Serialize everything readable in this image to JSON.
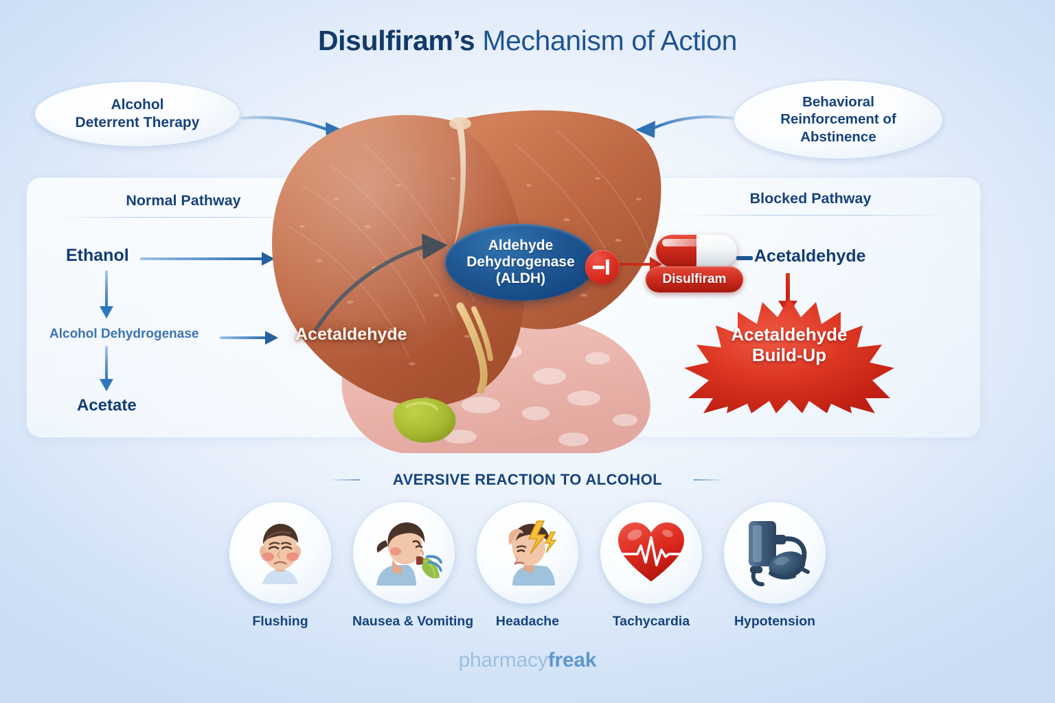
{
  "title": {
    "bold_part": "Disulfiram’s",
    "regular_part": " Mechanism of Action"
  },
  "callouts": {
    "left": "Alcohol\nDeterrent Therapy",
    "right": "Behavioral\nReinforcement of\nAbstinence"
  },
  "pathways": {
    "normal_heading": "Normal Pathway",
    "blocked_heading": "Blocked Pathway",
    "normal_steps": [
      {
        "label": "Ethanol"
      },
      {
        "label": "Alcohol Dehydrogenase"
      },
      {
        "label": "Acetate"
      }
    ]
  },
  "liver": {
    "acetaldehyde_label": "Acetaldehyde"
  },
  "enzyme": {
    "line1": "Aldehyde",
    "line2": "Dehydrogenase",
    "line3": "(ALDH)",
    "inhibition_symbol": "inhibition-badge"
  },
  "drug": {
    "pill_label": "Disulfiram",
    "acetaldehyde_label": "Acetaldehyde"
  },
  "buildup": {
    "line1": "Acetaldehyde",
    "line2": "Build-Up"
  },
  "aversive": {
    "heading": "AVERSIVE REACTION TO ALCOHOL",
    "symptoms": [
      {
        "label": "Flushing",
        "icon": "flushed-face-icon"
      },
      {
        "label": "Nausea & Vomiting",
        "icon": "vomiting-person-icon"
      },
      {
        "label": "Headache",
        "icon": "head-with-lightning-icon"
      },
      {
        "label": "Tachycardia",
        "icon": "heart-ecg-icon"
      },
      {
        "label": "Hypotension",
        "icon": "blood-pressure-cuff-icon"
      }
    ]
  },
  "footer": {
    "brand_soft": "pharmacy",
    "brand_strong": "freak"
  },
  "colors": {
    "navy": "#123c73",
    "blue_mid": "#2f77bb",
    "enzyme_blue": "#1f5793",
    "alert_red": "#cc2b1d",
    "liver_brown": "#c0663f",
    "background": "#d4e4f7"
  }
}
